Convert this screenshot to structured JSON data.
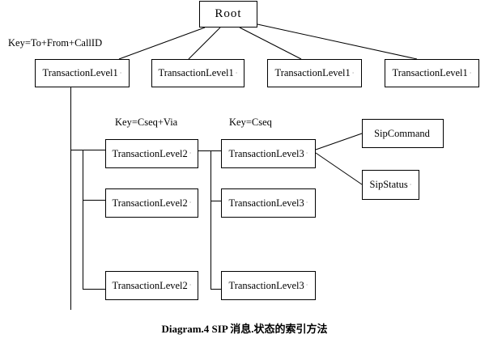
{
  "diagram": {
    "colors": {
      "line": "#000000",
      "background": "#ffffff",
      "text": "#000000"
    },
    "root": {
      "label": "Root"
    },
    "key_labels": {
      "level1": {
        "text": "Key=To+From+CallID"
      },
      "level2": {
        "text": "Key=Cseq+Via"
      },
      "level3": {
        "text": "Key=Cseq"
      }
    },
    "level1_nodes": [
      {
        "label": "TransactionLevel1",
        "mark": "·"
      },
      {
        "label": "TransactionLevel1",
        "mark": "·"
      },
      {
        "label": "TransactionLevel1",
        "mark": "·"
      },
      {
        "label": "TransactionLevel1",
        "mark": "·"
      }
    ],
    "level2_nodes": [
      {
        "label": "TransactionLevel2",
        "mark": "·"
      },
      {
        "label": "TransactionLevel2",
        "mark": "·"
      },
      {
        "label": "TransactionLevel2",
        "mark": "·"
      }
    ],
    "level3_nodes": [
      {
        "label": "TransactionLevel3",
        "mark": "·"
      },
      {
        "label": "TransactionLevel3",
        "mark": "·"
      },
      {
        "label": "TransactionLevel3",
        "mark": "·"
      }
    ],
    "sip_command": {
      "label": "SipCommand",
      "mark": ""
    },
    "sip_status": {
      "label": "SipStatus",
      "mark": "·"
    },
    "caption": "Diagram.4 SIP 消息.状态的索引方法"
  }
}
